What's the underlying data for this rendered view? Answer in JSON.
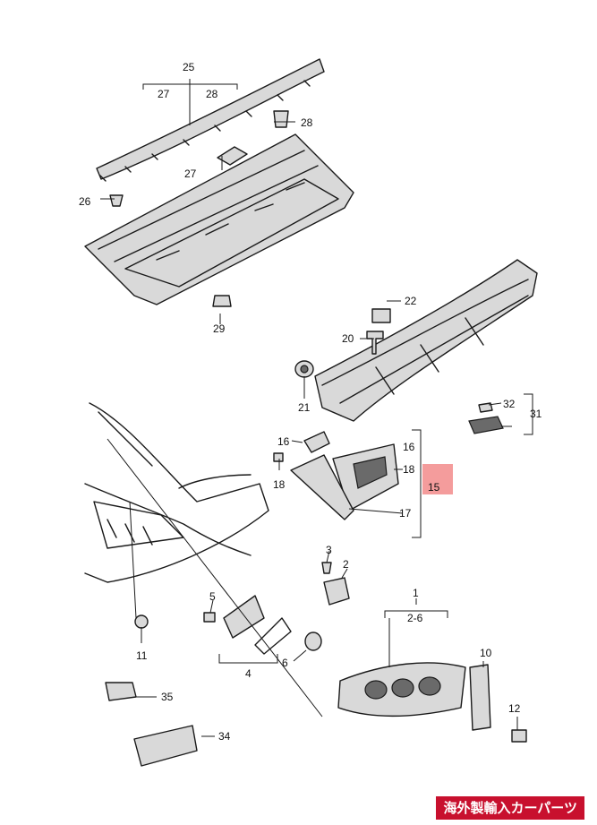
{
  "callouts": {
    "c1": "1",
    "c2": "2",
    "c2_6": "2-6",
    "c3": "3",
    "c4": "4",
    "c5": "5",
    "c6": "6",
    "c10": "10",
    "c11": "11",
    "c12": "12",
    "c15": "15",
    "c16a": "16",
    "c16b": "16",
    "c17": "17",
    "c18a": "18",
    "c18b": "18",
    "c20": "20",
    "c21": "21",
    "c22": "22",
    "c25": "25",
    "c26": "26",
    "c27a": "27",
    "c27b": "27",
    "c28a": "28",
    "c28b": "28",
    "c29": "29",
    "c31": "31",
    "c32": "32",
    "c34": "34",
    "c35": "35"
  },
  "highlight": {
    "color": "#f28b8b"
  },
  "watermark": {
    "text": "海外製輸入カーパーツ",
    "color": "#c8102e"
  }
}
